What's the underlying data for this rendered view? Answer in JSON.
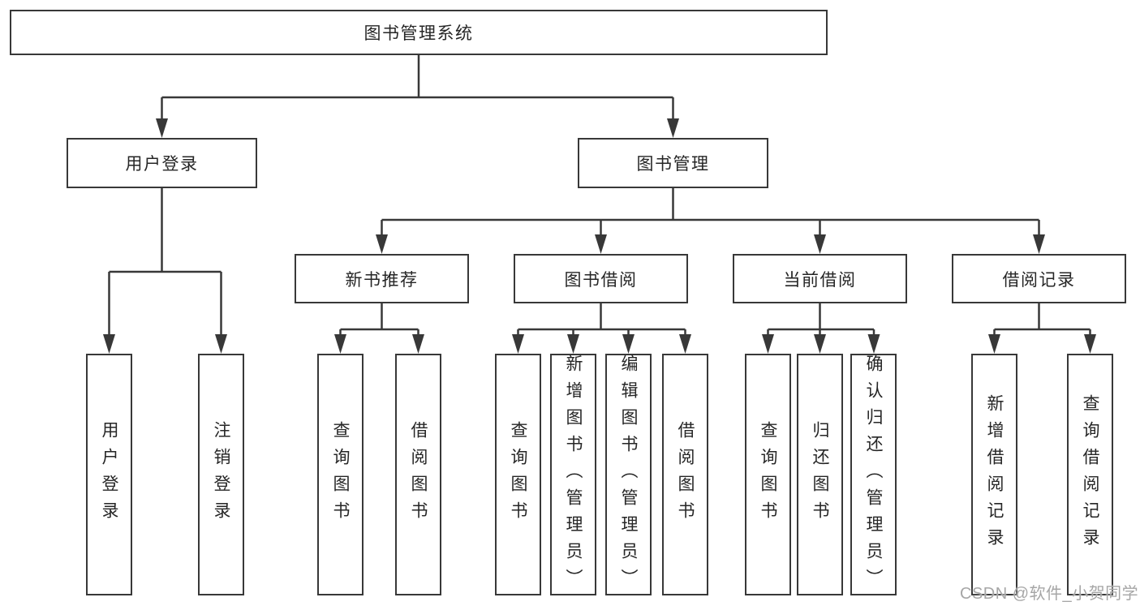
{
  "diagram": {
    "title": "图书管理系统",
    "tree": {
      "label": "图书管理系统",
      "children": [
        {
          "label": "用户登录",
          "children": [
            {
              "label": "用户登录"
            },
            {
              "label": "注销登录"
            }
          ]
        },
        {
          "label": "图书管理",
          "children": [
            {
              "label": "新书推荐",
              "children": [
                {
                  "label": "查询图书"
                },
                {
                  "label": "借阅图书"
                }
              ]
            },
            {
              "label": "图书借阅",
              "children": [
                {
                  "label": "查询图书"
                },
                {
                  "label": "新增图书（管理员）"
                },
                {
                  "label": "编辑图书（管理员）"
                },
                {
                  "label": "借阅图书"
                }
              ]
            },
            {
              "label": "当前借阅",
              "children": [
                {
                  "label": "查询图书"
                },
                {
                  "label": "归还图书"
                },
                {
                  "label": "确认归还（管理员）"
                }
              ]
            },
            {
              "label": "借阅记录",
              "children": [
                {
                  "label": "新增借阅记录"
                },
                {
                  "label": "查询借阅记录"
                }
              ]
            }
          ]
        }
      ]
    },
    "colors": {
      "line": "#383838",
      "text": "#262626",
      "background": "#ffffff",
      "watermark": "#a6a6a6"
    },
    "watermark": "CSDN @软件_小贺同学"
  }
}
